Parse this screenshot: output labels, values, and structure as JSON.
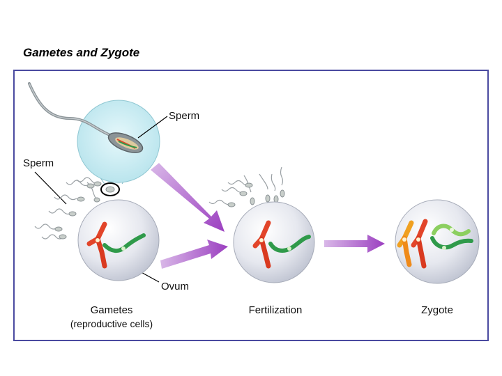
{
  "title": "Gametes and Zygote",
  "labels": {
    "sperm_top": "Sperm",
    "sperm_left": "Sperm",
    "ovum": "Ovum"
  },
  "captions": {
    "gametes": "Gametes",
    "gametes_sub": "(reproductive cells)",
    "fertilization": "Fertilization",
    "zygote": "Zygote"
  },
  "colors": {
    "frame": "#4a4aa0",
    "arrow": "#a050c0",
    "chromosome_red": "#e2452a",
    "chromosome_green": "#2f9a4a",
    "chromosome_orange": "#f0a020",
    "chromosome_lightgreen": "#8ccf60",
    "cell": "#dfe2ea",
    "zoom": "#cfeef3"
  }
}
